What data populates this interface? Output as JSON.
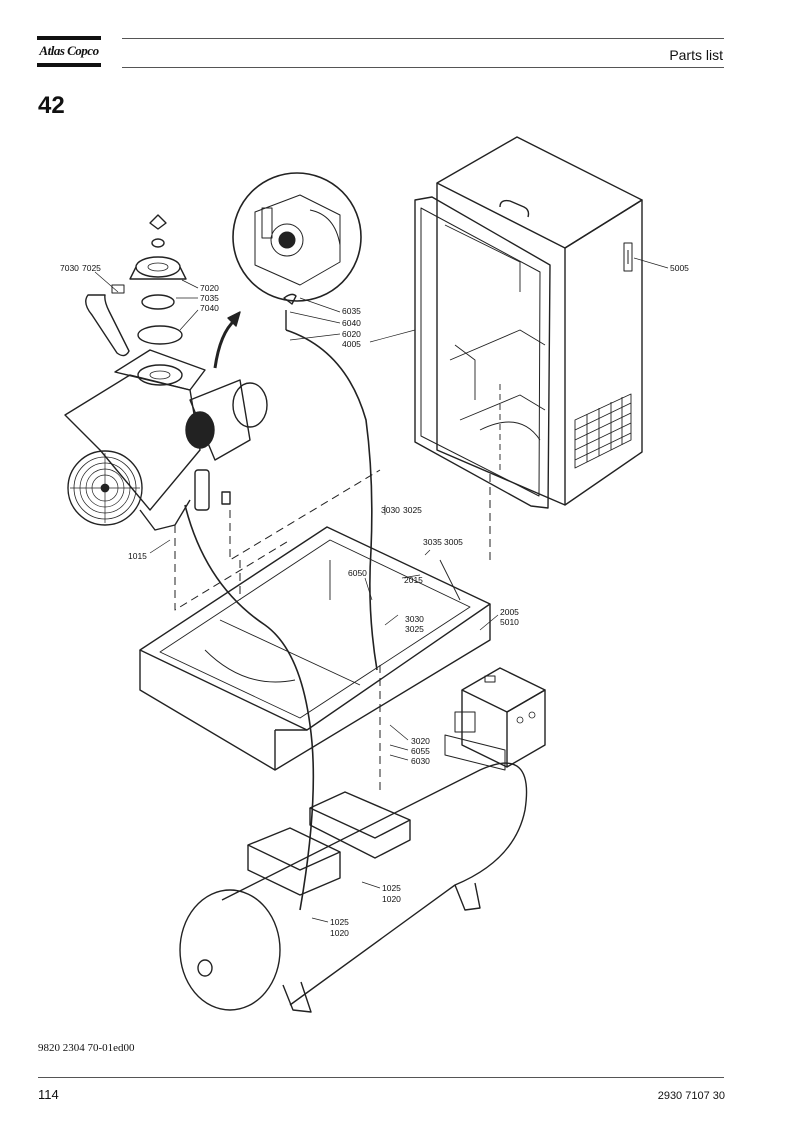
{
  "header": {
    "brand": "Atlas Copco",
    "title": "Parts list"
  },
  "section_number": "42",
  "callouts": {
    "c1": "7030",
    "c2": "7025",
    "c3": "7020",
    "c4": "7035",
    "c5": "7040",
    "c6": "6035",
    "c7": "6040",
    "c8": "6020",
    "c9": "4005",
    "c10": "5005",
    "c11": "3030",
    "c12": "3025",
    "c13": "3035",
    "c14": "3005",
    "c15": "6050",
    "c16": "2015",
    "c17": "3030",
    "c18": "3025",
    "c19": "2005",
    "c20": "5010",
    "c21": "1015",
    "c22": "3020",
    "c23": "6055",
    "c24": "6030",
    "c25": "1025",
    "c26": "1020",
    "c27": "1025",
    "c28": "1020"
  },
  "footer": {
    "doc_id": "9820 2304 70-01ed00",
    "page_number": "114",
    "document_number": "2930 7107 30"
  }
}
